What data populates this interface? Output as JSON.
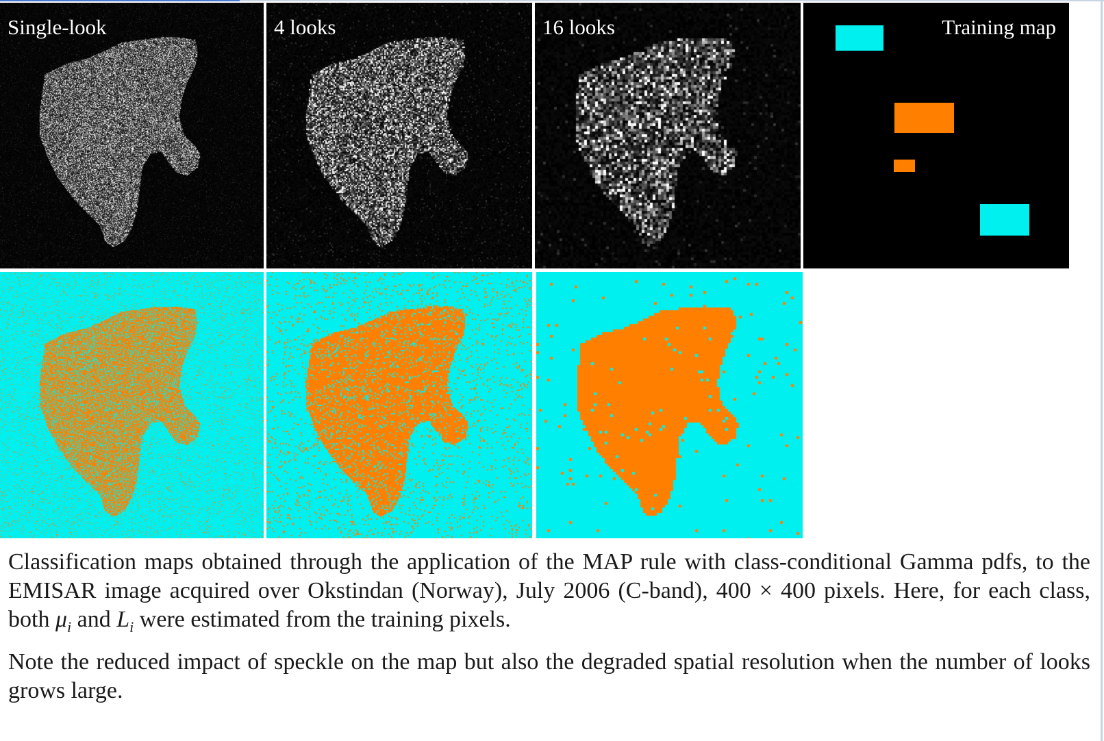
{
  "figure": {
    "panels_top": [
      {
        "id": "single",
        "label": "Single-look",
        "type": "sar"
      },
      {
        "id": "four",
        "label": "4 looks",
        "type": "sar"
      },
      {
        "id": "sixteen",
        "label": "16 looks",
        "type": "sar"
      },
      {
        "id": "training",
        "label": "Training map",
        "type": "training"
      }
    ],
    "panels_bottom": [
      {
        "id": "map-single",
        "type": "classmap"
      },
      {
        "id": "map-four",
        "type": "classmap"
      },
      {
        "id": "map-sixteen",
        "type": "classmap"
      }
    ],
    "colors": {
      "sar_background": "#000000",
      "class_cyan": "#00f0f0",
      "class_orange": "#ff8000",
      "text_on_image": "#ffffff"
    }
  },
  "caption": {
    "p1_start": "Classification maps obtained through the application of the MAP rule with class-conditional Gamma pdfs, to the EMISAR image acquired over Okstindan (Norway), July 2006 (C-band), 400 × 400 pixels. Here, for each class, both ",
    "mu": "μ",
    "mu_sub": "i",
    "and": " and ",
    "L": "L",
    "L_sub": "i",
    "p1_end": " were estimated from the training pixels.",
    "p2": "Note the reduced impact of speckle on the map but also the degraded spatial resolution when the number of looks grows large."
  }
}
